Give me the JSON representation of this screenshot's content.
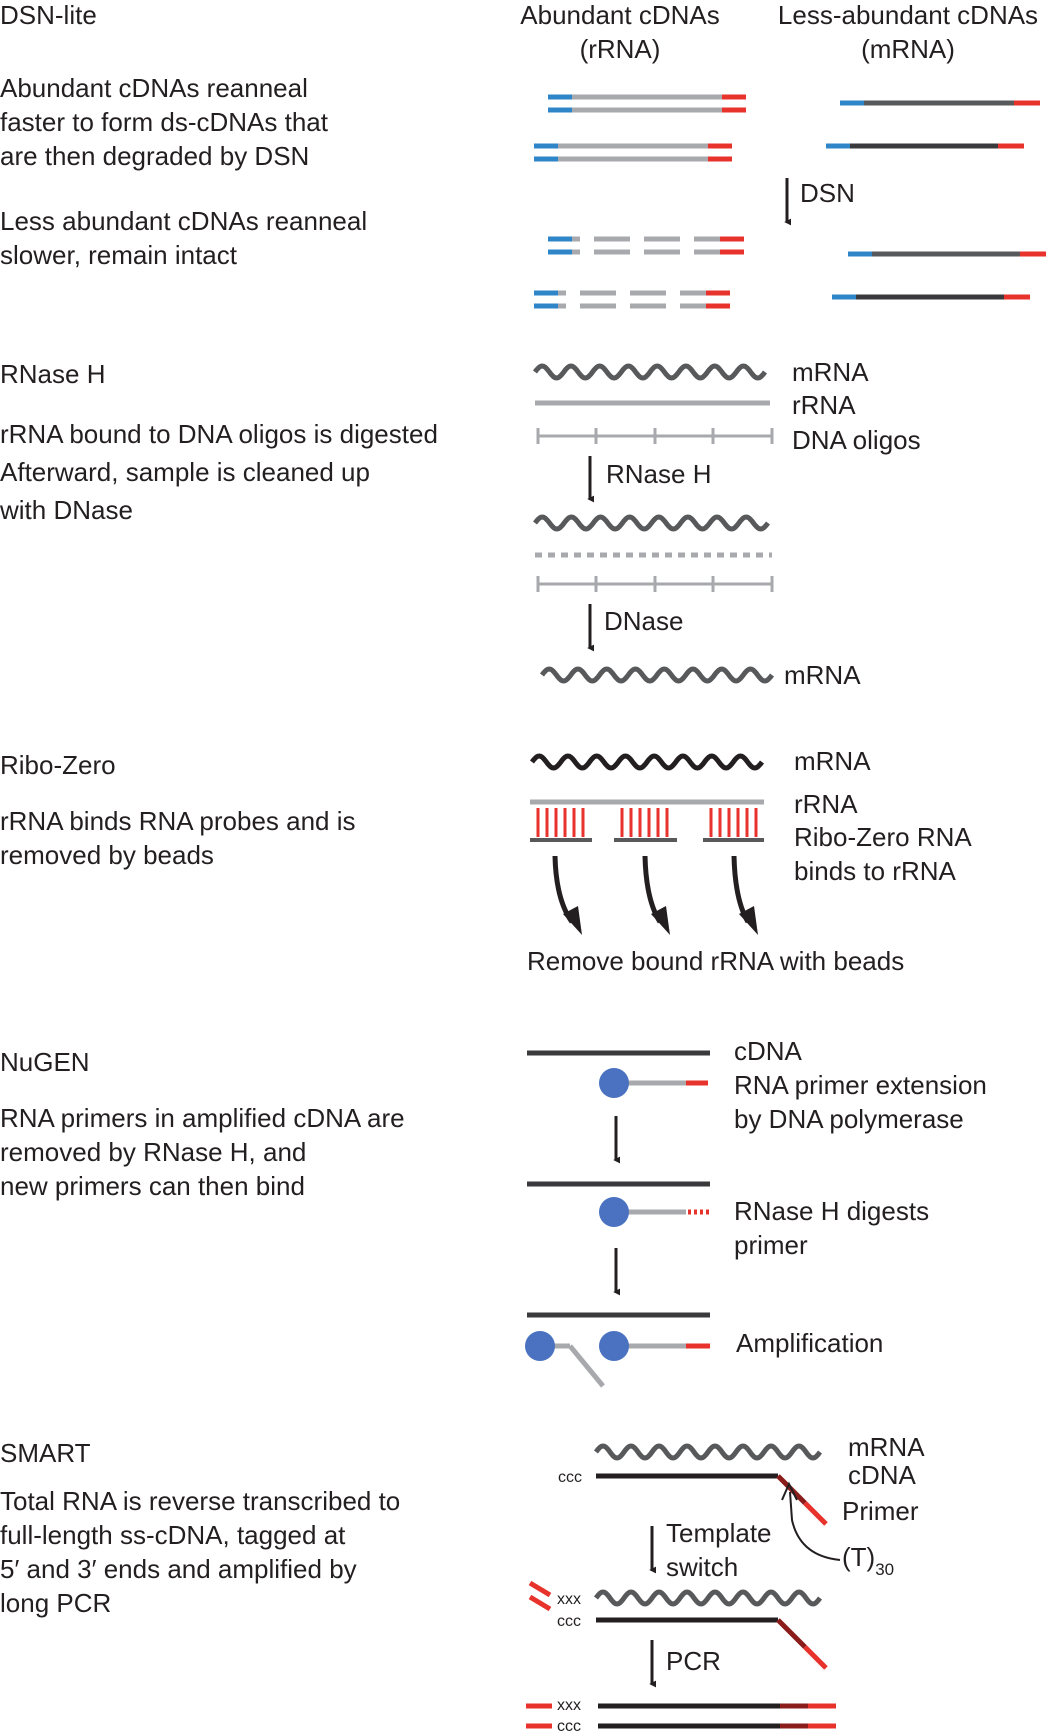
{
  "colors": {
    "strand_gray": "#a7a9ac",
    "strand_dark": "#58595b",
    "strand_black": "#231f20",
    "end_blue": "#2e86c9",
    "end_red": "#e8322c",
    "bead_blue": "#4a72c0",
    "primer_darkred": "#8b1c1c"
  },
  "dsn": {
    "title": "DSN-lite",
    "desc1": [
      "Abundant cDNAs reanneal",
      "faster to form ds-cDNAs that",
      "are then degraded by DSN"
    ],
    "desc2": [
      "Less abundant cDNAs reanneal",
      "slower, remain intact"
    ],
    "col1": [
      "Abundant cDNAs",
      "(rRNA)"
    ],
    "col2": [
      "Less-abundant cDNAs",
      "(mRNA)"
    ],
    "arrow_label": "DSN"
  },
  "rnaseh": {
    "title": "RNase H",
    "desc": [
      "rRNA bound to DNA oligos is digested",
      "Afterward, sample is cleaned up",
      "with DNase"
    ],
    "label_mrna": "mRNA",
    "label_rrna": "rRNA",
    "label_oligos": "DNA oligos",
    "arrow1": "RNase H",
    "arrow2": "DNase",
    "label_mrna_final": "mRNA"
  },
  "ribozero": {
    "title": "Ribo-Zero",
    "desc": [
      "rRNA binds RNA probes and is",
      "removed by beads"
    ],
    "label_mrna": "mRNA",
    "label_rrna": "rRNA",
    "label_probe": [
      "Ribo-Zero RNA",
      "binds to rRNA"
    ],
    "remove": "Remove bound rRNA with beads"
  },
  "nugen": {
    "title": "NuGEN",
    "desc": [
      "RNA primers in amplified cDNA are",
      "removed by RNase H, and",
      "new primers can then bind"
    ],
    "label_cdna": "cDNA",
    "label_ext": [
      "RNA primer extension",
      "by DNA polymerase"
    ],
    "label_digest": [
      "RNase H digests",
      "primer"
    ],
    "label_amp": "Amplification"
  },
  "smart": {
    "title": "SMART",
    "desc": [
      "Total RNA is reverse transcribed to",
      "full-length ss-cDNA, tagged at",
      "5′ and 3′ ends and amplified by",
      "long PCR"
    ],
    "label_mrna": "mRNA",
    "label_cdna": "cDNA",
    "label_primer": "Primer",
    "label_t30": "(T)",
    "label_t30_sub": "30",
    "arrow1": [
      "Template",
      "switch"
    ],
    "arrow2": "PCR",
    "ccc": "ccc",
    "xxx": "xxx"
  }
}
